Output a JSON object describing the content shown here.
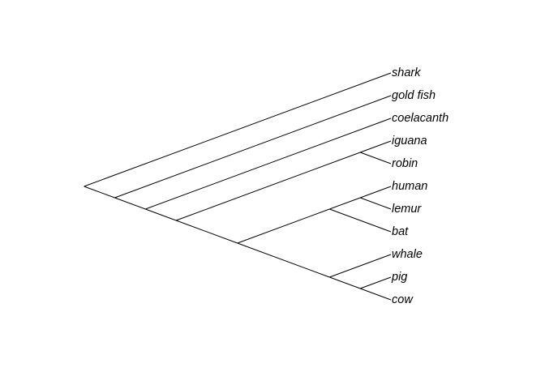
{
  "diagram": {
    "type": "cladogram",
    "line_color": "#000000",
    "taxa": [
      "shark",
      "gold fish",
      "coelacanth",
      "iguana",
      "robin",
      "human",
      "lemur",
      "bat",
      "whale",
      "pig",
      "cow"
    ],
    "clades": [
      {
        "id": "root",
        "children": [
          "shark",
          "n1"
        ]
      },
      {
        "id": "n1",
        "children": [
          "gold fish",
          "n2"
        ]
      },
      {
        "id": "n2",
        "children": [
          "coelacanth",
          "n3"
        ]
      },
      {
        "id": "n3",
        "children": [
          "n4",
          "n5"
        ]
      },
      {
        "id": "n4",
        "children": [
          "iguana",
          "robin"
        ]
      },
      {
        "id": "n5",
        "children": [
          "n6",
          "n8"
        ]
      },
      {
        "id": "n6",
        "children": [
          "n7",
          "bat"
        ]
      },
      {
        "id": "n7",
        "children": [
          "human",
          "lemur"
        ]
      },
      {
        "id": "n8",
        "children": [
          "whale",
          "n9"
        ]
      },
      {
        "id": "n9",
        "children": [
          "pig",
          "cow"
        ]
      }
    ]
  }
}
